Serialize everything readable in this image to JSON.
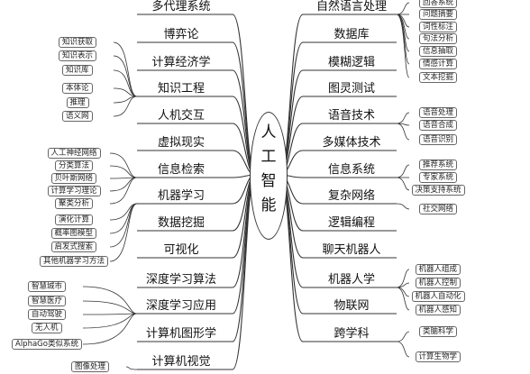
{
  "center": {
    "label": "人工智能"
  },
  "left_topics": [
    {
      "label": "多代理系统",
      "children": []
    },
    {
      "label": "博弈论",
      "children": []
    },
    {
      "label": "计算经济学",
      "children": []
    },
    {
      "label": "知识工程",
      "children": [
        "知识获取",
        "知识表示",
        "知识库",
        "本体论",
        "推理",
        "语义网"
      ]
    },
    {
      "label": "人机交互",
      "children": []
    },
    {
      "label": "虚拟现实",
      "children": []
    },
    {
      "label": "信息检索",
      "children": [
        "人工神经网络",
        "分类算法",
        "贝叶斯网络",
        "计算学习理论",
        "聚类分析"
      ]
    },
    {
      "label": "机器学习",
      "children": [
        "演化计算",
        "概率图模型",
        "启发式搜索",
        "其他机器学习方法"
      ]
    },
    {
      "label": "数据挖掘",
      "children": []
    },
    {
      "label": "可视化",
      "children": []
    },
    {
      "label": "深度学习算法",
      "children": []
    },
    {
      "label": "深度学习应用",
      "children": [
        "智慧城市",
        "智慧医疗",
        "自动驾驶",
        "无人机",
        "AlphaGo类似系统"
      ]
    },
    {
      "label": "计算机图形学",
      "children": []
    },
    {
      "label": "计算机视觉",
      "children": [
        "图像处理"
      ]
    }
  ],
  "right_topics": [
    {
      "label": "自然语言处理",
      "children": [
        "回答系统",
        "问题摘要",
        "词性标注",
        "句法分析",
        "信息抽取",
        "情感计算",
        "文本挖掘"
      ]
    },
    {
      "label": "数据库",
      "children": []
    },
    {
      "label": "模糊逻辑",
      "children": []
    },
    {
      "label": "图灵测试",
      "children": []
    },
    {
      "label": "语音技术",
      "children": [
        "语音处理",
        "语音合成",
        "语音识别"
      ]
    },
    {
      "label": "多媒体技术",
      "children": []
    },
    {
      "label": "信息系统",
      "children": [
        "推荐系统",
        "专家系统",
        "决策支持系统"
      ]
    },
    {
      "label": "复杂网络",
      "children": [
        "社交网络"
      ]
    },
    {
      "label": "逻辑编程",
      "children": []
    },
    {
      "label": "聊天机器人",
      "children": []
    },
    {
      "label": "机器人学",
      "children": [
        "机器人组成",
        "机器人控制",
        "机器人自动化",
        "机器人感知"
      ]
    },
    {
      "label": "物联网",
      "children": []
    },
    {
      "label": "跨学科",
      "children": [
        "类脑科学",
        "计算生物学"
      ]
    }
  ]
}
